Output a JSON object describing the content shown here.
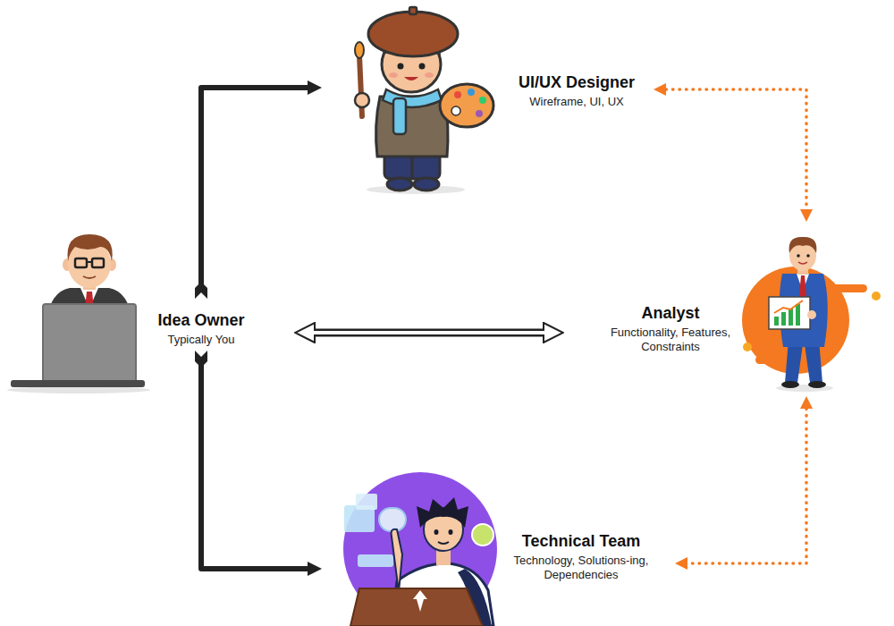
{
  "diagram": {
    "nodes": [
      {
        "text": [
          "Idea Owner",
          "Typically You"
        ]
      },
      {
        "text": [
          "UI/UX Designer",
          "Wireframe, UI, UX"
        ]
      },
      {
        "text": [
          "Analyst",
          "Functionality, Features, Constraints"
        ]
      },
      {
        "text": [
          "Technical Team",
          "Technology, Solutions-ing, Dependencies"
        ]
      }
    ],
    "edges": [
      {
        "from": 0,
        "to": 1,
        "arrow": "to"
      },
      {
        "from": 0,
        "to": 2,
        "arrow": "both"
      },
      {
        "from": 0,
        "to": 3,
        "arrow": "to"
      },
      {
        "from": 1,
        "to": 2,
        "arrow": "both"
      },
      {
        "from": 2,
        "to": 3,
        "arrow": "both"
      }
    ]
  }
}
